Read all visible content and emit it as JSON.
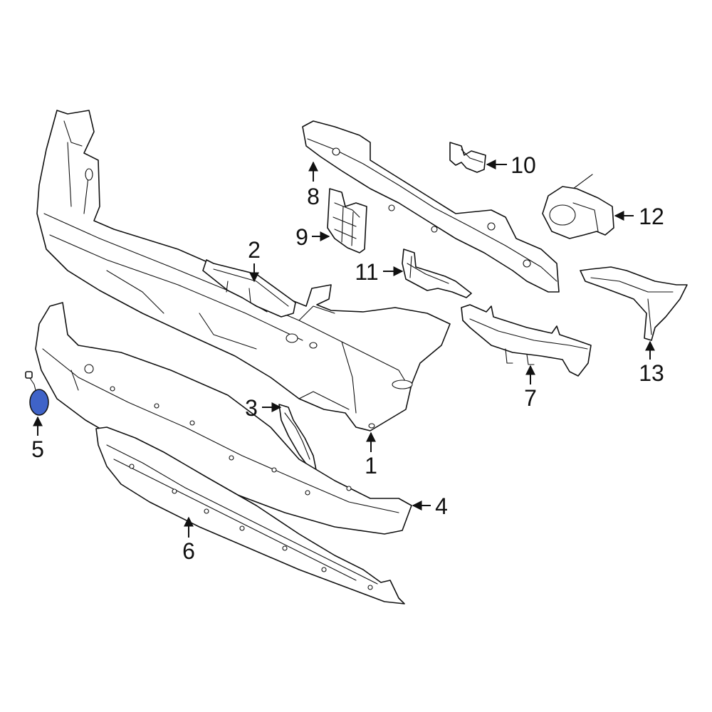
{
  "diagram": {
    "accent_color": "#3f63c8",
    "highlighted_part": "5",
    "callouts": [
      {
        "id": "p1",
        "label": "1"
      },
      {
        "id": "p2",
        "label": "2"
      },
      {
        "id": "p3",
        "label": "3"
      },
      {
        "id": "p4",
        "label": "4"
      },
      {
        "id": "p5",
        "label": "5"
      },
      {
        "id": "p6",
        "label": "6"
      },
      {
        "id": "p7",
        "label": "7"
      },
      {
        "id": "p8",
        "label": "8"
      },
      {
        "id": "p9",
        "label": "9"
      },
      {
        "id": "p10",
        "label": "10"
      },
      {
        "id": "p11",
        "label": "11"
      },
      {
        "id": "p12",
        "label": "12"
      },
      {
        "id": "p13",
        "label": "13"
      }
    ]
  }
}
